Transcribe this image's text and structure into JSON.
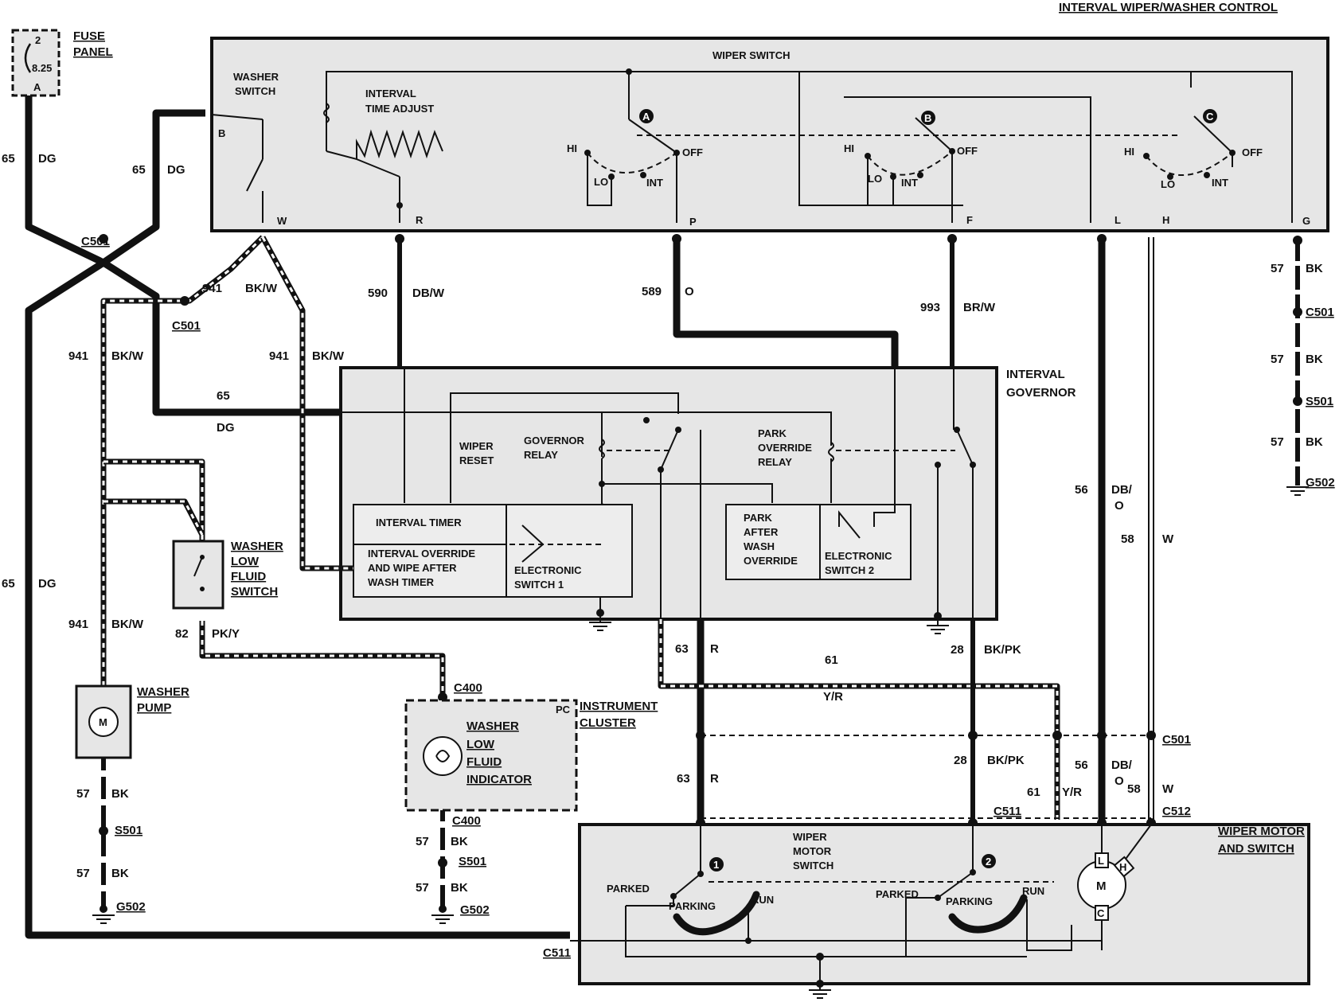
{
  "title": "INTERVAL WIPER/WASHER CONTROL",
  "components": {
    "fuse_panel": {
      "label_line1": "FUSE",
      "label_line2": "PANEL",
      "pin_top": "2",
      "rating": "8.25",
      "pin_bottom": "A"
    },
    "wiper_switch": {
      "label": "WIPER SWITCH"
    },
    "washer_switch": {
      "label_line1": "WASHER",
      "label_line2": "SWITCH"
    },
    "interval_time_adjust": {
      "label_line1": "INTERVAL",
      "label_line2": "TIME ADJUST"
    },
    "switch_contacts": {
      "a": "A",
      "b": "B",
      "c": "C",
      "hi": "HI",
      "lo": "LO",
      "int": "INT",
      "off": "OFF"
    },
    "switch_pins": {
      "b": "B",
      "w": "W",
      "r": "R",
      "p": "P",
      "f": "F",
      "l": "L",
      "h": "H",
      "g": "G"
    },
    "interval_governor": {
      "label_line1": "INTERVAL",
      "label_line2": "GOVERNOR"
    },
    "wiper_reset": {
      "line1": "WIPER",
      "line2": "RESET"
    },
    "governor_relay": {
      "line1": "GOVERNOR",
      "line2": "RELAY"
    },
    "park_override_relay": {
      "line1": "PARK",
      "line2": "OVERRIDE",
      "line3": "RELAY"
    },
    "interval_timer": "INTERVAL TIMER",
    "interval_override": {
      "line1": "INTERVAL OVERRIDE",
      "line2": "AND WIPE AFTER",
      "line3": "WASH TIMER"
    },
    "electronic_switch_1": {
      "line1": "ELECTRONIC",
      "line2": "SWITCH 1"
    },
    "park_after_wash": {
      "line1": "PARK",
      "line2": "AFTER",
      "line3": "WASH",
      "line4": "OVERRIDE"
    },
    "electronic_switch_2": {
      "line1": "ELECTRONIC",
      "line2": "SWITCH 2"
    },
    "washer_low_fluid_switch": {
      "line1": "WASHER",
      "line2": "LOW",
      "line3": "FLUID",
      "line4": "SWITCH"
    },
    "washer_pump": {
      "line1": "WASHER",
      "line2": "PUMP",
      "symbol": "M"
    },
    "instrument_cluster": {
      "line1": "INSTRUMENT",
      "line2": "CLUSTER",
      "pc": "PC"
    },
    "washer_low_fluid_indicator": {
      "line1": "WASHER",
      "line2": "LOW",
      "line3": "FLUID",
      "line4": "INDICATOR"
    },
    "wiper_motor": {
      "line1": "WIPER MOTOR",
      "line2": "AND SWITCH",
      "symbol": "M",
      "pin_l": "L",
      "pin_h": "H",
      "pin_c": "C"
    },
    "wiper_motor_switch": {
      "line1": "WIPER",
      "line2": "MOTOR",
      "line3": "SWITCH",
      "contact_1": "1",
      "contact_2": "2"
    },
    "motor_switch_positions": {
      "parked": "PARKED",
      "parking": "PARKING",
      "run": "RUN"
    }
  },
  "connectors": {
    "c501": "C501",
    "c400": "C400",
    "c511": "C511",
    "c512": "C512",
    "s501": "S501",
    "g502": "G502"
  },
  "circuits": {
    "c65": {
      "num": "65",
      "color": "DG"
    },
    "c941": {
      "num": "941",
      "color": "BK/W"
    },
    "c590": {
      "num": "590",
      "color": "DB/W"
    },
    "c589": {
      "num": "589",
      "color": "O"
    },
    "c993": {
      "num": "993",
      "color": "BR/W"
    },
    "c57": {
      "num": "57",
      "color": "BK"
    },
    "c56": {
      "num": "56",
      "color_line1": "DB/",
      "color_line2": "O"
    },
    "c58": {
      "num": "58",
      "color": "W"
    },
    "c82": {
      "num": "82",
      "color": "PK/Y"
    },
    "c63": {
      "num": "63",
      "color": "R"
    },
    "c61": {
      "num": "61",
      "color": "Y/R"
    },
    "c28": {
      "num": "28",
      "color": "BK/PK"
    }
  }
}
